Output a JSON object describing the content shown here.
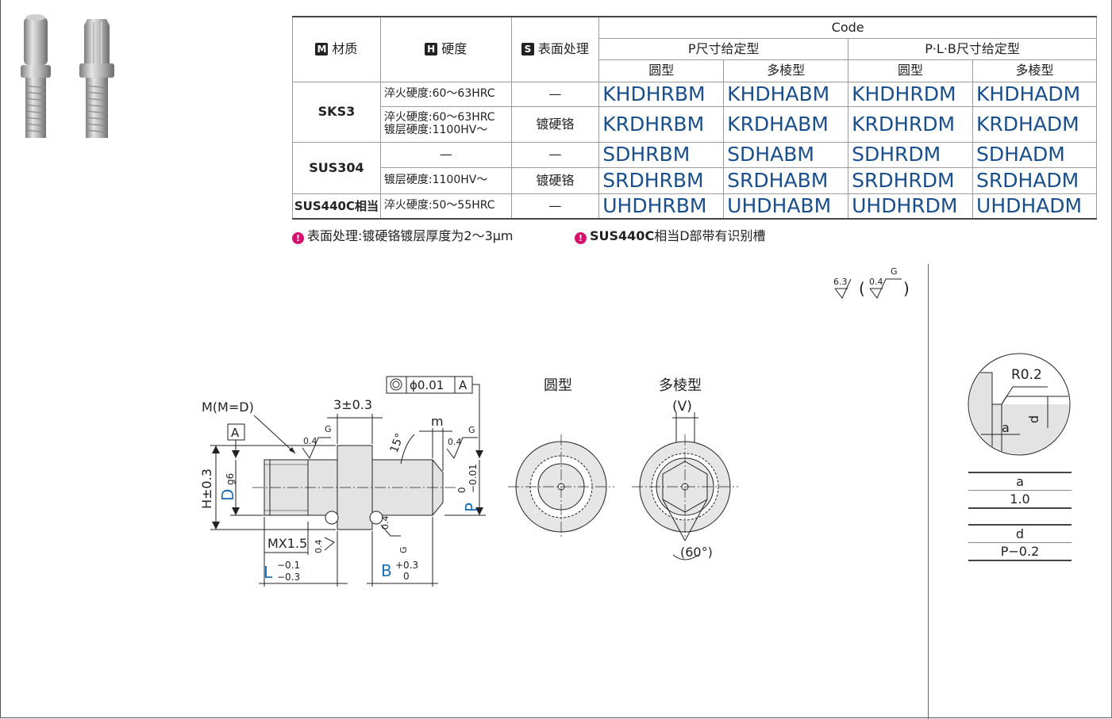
{
  "table": {
    "col_material": "材质",
    "col_hardness": "硬度",
    "col_surface": "表面处理",
    "badge_m": "M",
    "badge_h": "H",
    "badge_s": "S",
    "code_header": "Code",
    "group_p": "P尺寸给定型",
    "group_plb": "P·L·B尺寸给定型",
    "sub_round": "圆型",
    "sub_poly": "多棱型",
    "rows": [
      {
        "hardness": "淬火硬度:60～63HRC",
        "surface": "—",
        "codes": [
          "KHDHRBM",
          "KHDHABM",
          "KHDHRDM",
          "KHDHADM"
        ]
      },
      {
        "hardness1": "淬火硬度:60～63HRC",
        "hardness2": "镀层硬度:1100HV～",
        "surface": "镀硬铬",
        "codes": [
          "KRDHRBM",
          "KRDHABM",
          "KRDHRDM",
          "KRDHADM"
        ]
      },
      {
        "hardness": "—",
        "surface": "—",
        "codes": [
          "SDHRBM",
          "SDHABM",
          "SDHRDM",
          "SDHADM"
        ]
      },
      {
        "hardness": "镀层硬度:1100HV～",
        "surface": "镀硬铬",
        "codes": [
          "SRDHRBM",
          "SRDHABM",
          "SRDHRDM",
          "SRDHADM"
        ]
      },
      {
        "hardness": "淬火硬度:50～55HRC",
        "surface": "—",
        "codes": [
          "UHDHRBM",
          "UHDHABM",
          "UHDHRDM",
          "UHDHADM"
        ]
      }
    ],
    "materials": [
      "SKS3",
      "SUS304",
      "SUS440C相当"
    ]
  },
  "notes": {
    "note1": "表面处理:镀硬铬镀层厚度为2～3μm",
    "note2_bold": "SUS440C",
    "note2_rest": "相当D部带有识别槽"
  },
  "drawing": {
    "roughness_main": "6.3",
    "roughness_paren": "0.4",
    "roughness_g": "G",
    "label_m": "M(M=D)",
    "datum_a": "A",
    "tol_3": "3±0.3",
    "concentricity": "ϕ0.01",
    "datum_ref": "A",
    "angle_15": "15°",
    "label_mm": "m",
    "rough_04": "0.4",
    "g": "G",
    "h_dim": "H±0.3",
    "d_dim": "D",
    "d_tol": "g6",
    "p_dim": "P",
    "p_tol_upper": "0",
    "p_tol_lower": "−0.01",
    "mx": "MX1.5",
    "l_dim": "L",
    "l_tol_upper": "−0.1",
    "l_tol_lower": "−0.3",
    "b_dim": "B",
    "b_tol_upper": "+0.3",
    "b_tol_lower": "0",
    "view_round": "圆型",
    "view_poly": "多棱型",
    "v_label": "(V)",
    "angle_60": "(60°)",
    "detail_r": "R0.2",
    "detail_a": "a",
    "detail_d": "d"
  },
  "small_tables": {
    "a_head": "a",
    "a_val": "1.0",
    "d_head": "d",
    "d_val": "P−0.2"
  },
  "colors": {
    "code_blue": "#1a4f8e",
    "dim_blue": "#1c6fb5",
    "note_pin": "#d6116d"
  }
}
